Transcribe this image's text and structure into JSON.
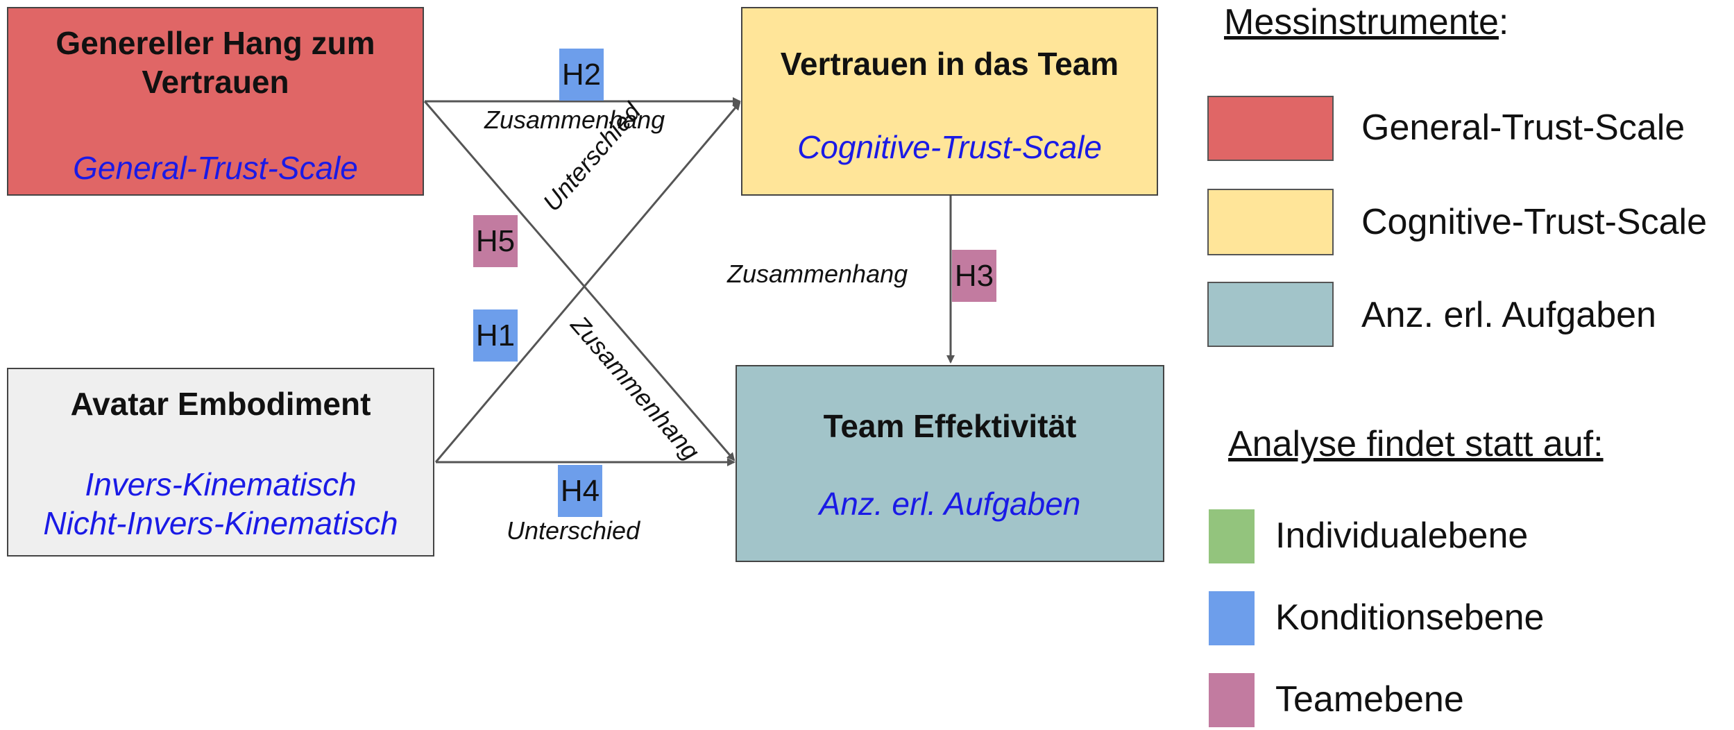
{
  "colors": {
    "general_trust": "#e06666",
    "cognitive_trust": "#ffe599",
    "tasks": "#a2c4c9",
    "avatar": "#efefef",
    "individual": "#93c47d",
    "condition": "#6d9eeb",
    "team": "#c27ba0",
    "instrument_text": "#1a1ae6"
  },
  "boxes": {
    "general": {
      "title": "Genereller Hang zum Vertrauen",
      "instrument": "General-Trust-Scale"
    },
    "trust_team": {
      "title": "Vertrauen in das Team",
      "instrument": "Cognitive-Trust-Scale"
    },
    "avatar": {
      "title": "Avatar Embodiment",
      "instrument_1": "Invers-Kinematisch",
      "instrument_2": "Nicht-Invers-Kinematisch"
    },
    "effectiveness": {
      "title": "Team Effektivität",
      "instrument": "Anz. erl. Aufgaben"
    }
  },
  "hypotheses": {
    "h1": {
      "label": "H1",
      "level": "condition",
      "relation": "Unterschied"
    },
    "h2": {
      "label": "H2",
      "level": "condition",
      "relation": "Zusammenhang"
    },
    "h3": {
      "label": "H3",
      "level": "team",
      "relation": "Zusammenhang"
    },
    "h4": {
      "label": "H4",
      "level": "condition",
      "relation": "Unterschied"
    },
    "h5": {
      "label": "H5",
      "level": "team",
      "relation": "Zusammenhang"
    }
  },
  "legend": {
    "instruments_heading": "Messinstrumente",
    "instruments_colon": ":",
    "instruments": [
      {
        "label": "General-Trust-Scale",
        "color": "#e06666"
      },
      {
        "label": "Cognitive-Trust-Scale",
        "color": "#ffe599"
      },
      {
        "label": "Anz. erl. Aufgaben",
        "color": "#a2c4c9"
      }
    ],
    "levels_heading": "Analyse findet statt auf:",
    "levels": [
      {
        "label": "Individualebene",
        "color": "#93c47d"
      },
      {
        "label": "Konditionsebene",
        "color": "#6d9eeb"
      },
      {
        "label": "Teamebene",
        "color": "#c27ba0"
      }
    ]
  }
}
